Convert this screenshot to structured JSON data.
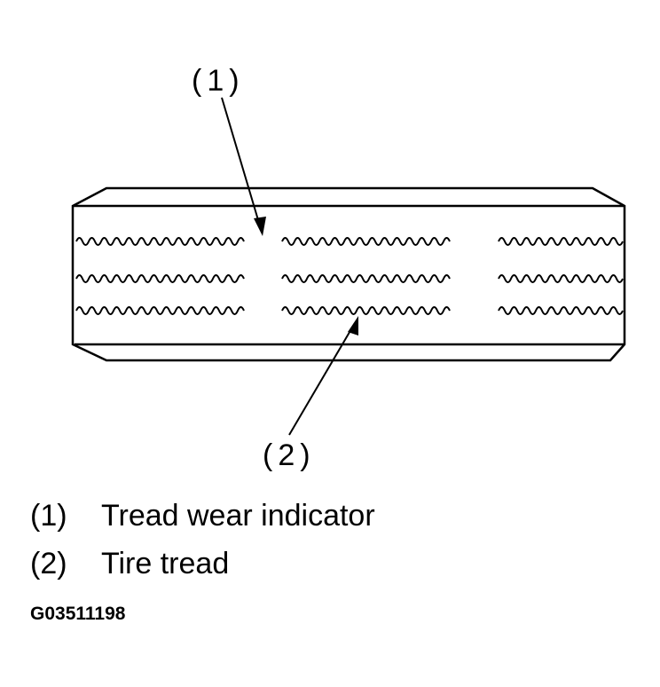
{
  "callouts": {
    "c1": "(1)",
    "c2": "(2)"
  },
  "legend": [
    {
      "num": "(1)",
      "label": "Tread wear indicator"
    },
    {
      "num": "(2)",
      "label": "Tire tread"
    }
  ],
  "figure_id": "G03511198",
  "colors": {
    "ink": "#000000",
    "background": "#ffffff"
  }
}
